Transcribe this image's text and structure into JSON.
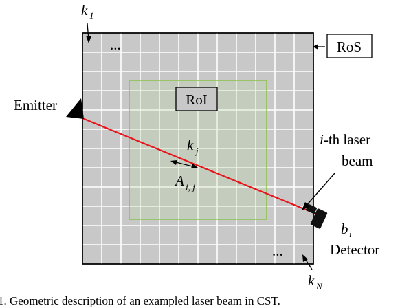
{
  "diagram": {
    "grid": {
      "rows": 12,
      "cols": 12
    },
    "regions": {
      "ros_label": "RoS",
      "roi_label": "RoI"
    },
    "emitter_label": "Emitter",
    "detector_label": "Detector",
    "beam_label_line1_italic": "i",
    "beam_label_line1_rest": "-th laser",
    "beam_label_line2": "beam",
    "ellipsis": "...",
    "k1": {
      "base": "k",
      "sub": "1"
    },
    "kN": {
      "base": "k",
      "sub": "N"
    },
    "kj": {
      "base": "k",
      "sub": "j"
    },
    "bi": {
      "base": "b",
      "sub": "i"
    },
    "Aij": {
      "base": "A",
      "sub": "i, j"
    },
    "caption": "1. Geometric description of an exampled laser beam in CST."
  },
  "colors": {
    "cell_fill": "#c8c8c8",
    "grid_line": "#ffffff",
    "roi_fill": "#b8d69a",
    "roi_border": "#8ac24a",
    "beam": "#e8141c",
    "ink": "#000000"
  },
  "icons": {
    "emitter": "triangle-emitter-icon",
    "detector": "detector-block-icon"
  }
}
